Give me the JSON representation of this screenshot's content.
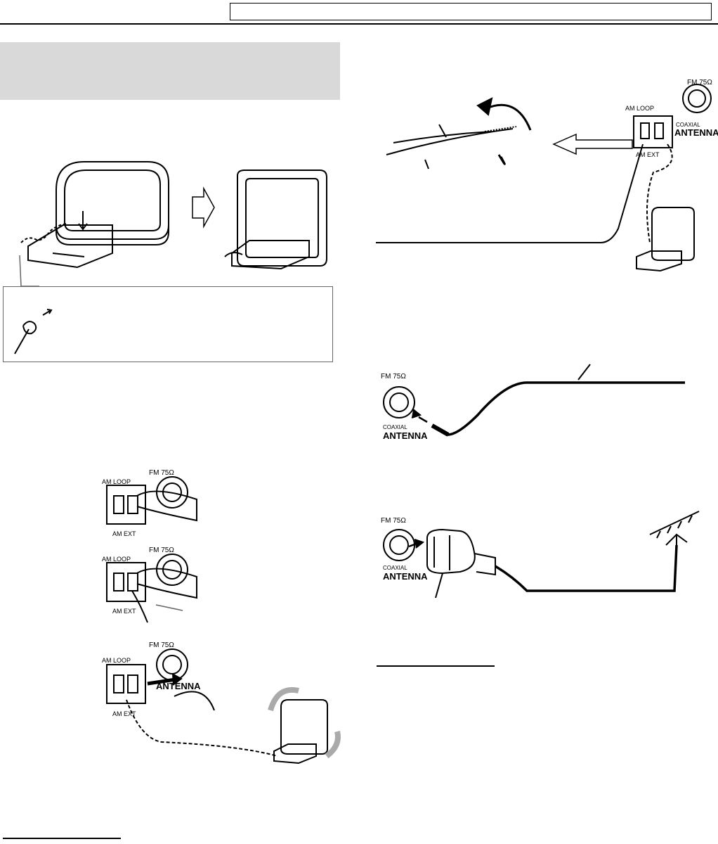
{
  "header": {
    "text": ""
  },
  "section": {
    "title": ""
  },
  "labels": {
    "fm_75": "FM 75Ω",
    "coaxial": "COAXIAL",
    "antenna": "ANTENNA",
    "am_loop": "AM LOOP",
    "am_ext": "AM EXT"
  },
  "notes": {
    "note_left": "",
    "note_right": ""
  },
  "colors": {
    "panel_gray": "#d9d9d9",
    "arrow_gray": "#aaaaaa",
    "line": "#000000"
  }
}
